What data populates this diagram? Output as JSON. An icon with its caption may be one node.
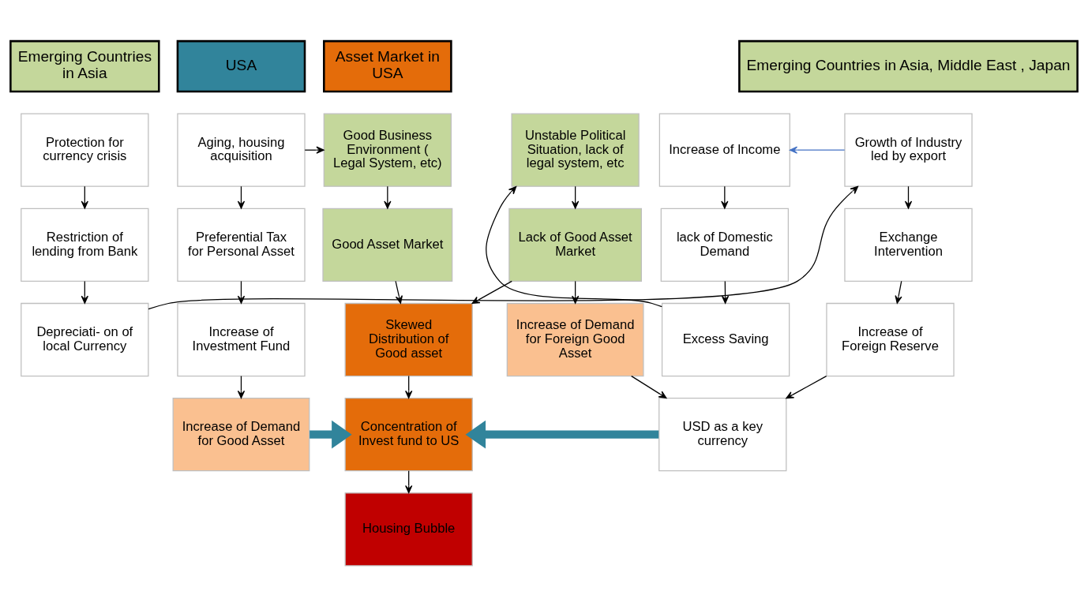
{
  "diagram": {
    "nodes": [
      {
        "text": [
          "Emerging Countries in Asia"
        ]
      },
      {
        "text": [
          "Emerging Countries in Asia, Middle East , Japan"
        ]
      },
      {
        "text": [
          "Asset Market in USA"
        ]
      },
      {
        "text": [
          "USA"
        ]
      },
      {
        "text": [
          "Protection for currency crisis"
        ]
      },
      {
        "text": [
          "Restriction of lending from Bank"
        ]
      },
      {
        "text": [
          "Depreciati- on of local Currency"
        ]
      },
      {
        "text": [
          "Growth of Industry led by export"
        ]
      },
      {
        "text": [
          "Exchange Intervention"
        ]
      },
      {
        "text": [
          "Increase of Foreign Reserve"
        ]
      },
      {
        "text": [
          "Increase of Income"
        ]
      },
      {
        "text": [
          "lack of Domestic Demand"
        ]
      },
      {
        "text": [
          "Excess Saving"
        ]
      },
      {
        "text": [
          "Unstable Political Situation, lack of legal system, etc"
        ]
      },
      {
        "text": [
          "Lack of Good Asset Market"
        ]
      },
      {
        "text": [
          "Increase of Demand for Foreign Good Asset"
        ]
      },
      {
        "text": [
          "USD as a key currency"
        ]
      },
      {
        "text": [
          "Good Business Environment ( Legal System, etc)"
        ]
      },
      {
        "text": [
          "Good Asset Market"
        ]
      },
      {
        "text": [
          "Skewed Distribution of Good asset"
        ]
      },
      {
        "text": [
          "Concentration of Invest fund to US"
        ]
      },
      {
        "text": [
          "Housing Bubble"
        ]
      },
      {
        "text": [
          "Aging, housing acquisition"
        ]
      },
      {
        "text": [
          "Preferential Tax for Personal Asset"
        ]
      },
      {
        "text": [
          "Increase of Investment Fund"
        ]
      },
      {
        "text": [
          "Increase of Demand for Good Asset"
        ]
      }
    ],
    "edges": [
      {
        "from": 4,
        "to": 5,
        "arrow": "to"
      },
      {
        "from": 5,
        "to": 6,
        "arrow": "to"
      },
      {
        "from": 6,
        "to": 7,
        "arrow": "to"
      },
      {
        "from": 7,
        "to": 10,
        "arrow": "to",
        "color": "#4472c4"
      },
      {
        "from": 7,
        "to": 8,
        "arrow": "to"
      },
      {
        "from": 8,
        "to": 9,
        "arrow": "to"
      },
      {
        "from": 10,
        "to": 11,
        "arrow": "to"
      },
      {
        "from": 11,
        "to": 12,
        "arrow": "to"
      },
      {
        "from": 12,
        "to": 13,
        "arrow": "to"
      },
      {
        "from": 13,
        "to": 14,
        "arrow": "to"
      },
      {
        "from": 14,
        "to": 15,
        "arrow": "to"
      },
      {
        "from": 14,
        "to": 19,
        "arrow": "to"
      },
      {
        "from": 15,
        "to": 16,
        "arrow": "to"
      },
      {
        "from": 9,
        "to": 16,
        "arrow": "to"
      },
      {
        "from": 17,
        "to": 18,
        "arrow": "to"
      },
      {
        "from": 18,
        "to": 19,
        "arrow": "to"
      },
      {
        "from": 19,
        "to": 20,
        "arrow": "to"
      },
      {
        "from": 20,
        "to": 21,
        "arrow": "to"
      },
      {
        "from": 22,
        "to": 17,
        "arrow": "to"
      },
      {
        "from": 22,
        "to": 23,
        "arrow": "to"
      },
      {
        "from": 23,
        "to": 24,
        "arrow": "to"
      },
      {
        "from": 24,
        "to": 25,
        "arrow": "to"
      },
      {
        "from": 16,
        "to": 20,
        "arrow": "to",
        "style": "thick",
        "color": "#31849b"
      },
      {
        "from": 25,
        "to": 20,
        "arrow": "to",
        "style": "thick",
        "color": "#31849b"
      }
    ]
  }
}
